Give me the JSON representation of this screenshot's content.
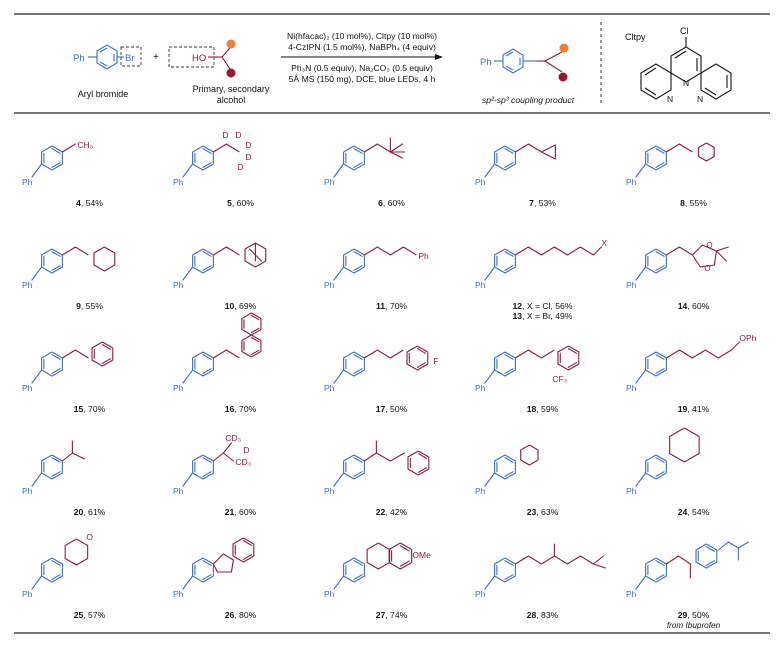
{
  "scheme": {
    "aryl_ph": "Ph",
    "aryl_br": "Br",
    "plus": "+",
    "alcohol_ho": "HO",
    "aryl_label": "Aryl bromide",
    "alcohol_label_1": "Primary, secondary",
    "alcohol_label_2": "alcohol",
    "cond_1": "Ni(hfacac)₂ (10 mol%), Cltpy (10 mol%)",
    "cond_2": "4-CzIPN (1.5 mol%), NaBPh₄ (4 equiv)",
    "cond_3": "Ph₃N (0.5 equiv), Na₂CO₃ (0.5 equiv)",
    "cond_4": "5Å MS (150 mg), DCE, blue LEDs, 4 h",
    "product_ph": "Ph",
    "product_label": "sp²-sp³ coupling product",
    "ligand_title": "Cltpy",
    "ligand_cl": "Cl",
    "ligand_n": "N"
  },
  "colors": {
    "aryl": "#3a6fc4",
    "alkyl": "#8c1c3a",
    "orange": "#f08030",
    "dark_red": "#9a1a2a"
  },
  "compounds": [
    {
      "num": "4",
      "yield": ", 54%",
      "labels": [
        "CH₃"
      ]
    },
    {
      "num": "5",
      "yield": ", 60%",
      "labels": [
        "D",
        "D",
        "D",
        "D",
        "D"
      ]
    },
    {
      "num": "6",
      "yield": ", 60%",
      "labels": []
    },
    {
      "num": "7",
      "yield": ", 53%",
      "labels": []
    },
    {
      "num": "8",
      "yield": ", 55%",
      "labels": []
    },
    {
      "num": "9",
      "yield": ", 55%",
      "labels": []
    },
    {
      "num": "10",
      "yield": ", 69%",
      "labels": []
    },
    {
      "num": "11",
      "yield": ", 70%",
      "labels": [
        "Ph"
      ]
    },
    {
      "num": "12",
      "yield": ", X = Cl, 56%",
      "num2": "13",
      "yield2": ", X = Br, 49%",
      "labels": [
        "X"
      ]
    },
    {
      "num": "14",
      "yield": ", 60%",
      "labels": [
        "O",
        "O"
      ]
    },
    {
      "num": "15",
      "yield": ", 70%",
      "labels": []
    },
    {
      "num": "16",
      "yield": ", 70%",
      "labels": []
    },
    {
      "num": "17",
      "yield": ", 50%",
      "labels": [
        "F"
      ]
    },
    {
      "num": "18",
      "yield": ", 59%",
      "labels": [
        "CF₃"
      ]
    },
    {
      "num": "19",
      "yield": ", 41%",
      "labels": [
        "OPh"
      ]
    },
    {
      "num": "20",
      "yield": ", 61%",
      "labels": []
    },
    {
      "num": "21",
      "yield": ", 60%",
      "labels": [
        "CD₃",
        "D",
        "CD₃"
      ]
    },
    {
      "num": "22",
      "yield": ", 42%",
      "labels": []
    },
    {
      "num": "23",
      "yield": ", 63%",
      "labels": []
    },
    {
      "num": "24",
      "yield": ", 54%",
      "labels": []
    },
    {
      "num": "25",
      "yield": ", 57%",
      "labels": [
        "O"
      ]
    },
    {
      "num": "26",
      "yield": ", 80%",
      "labels": []
    },
    {
      "num": "27",
      "yield": ", 74%",
      "labels": [
        "OMe"
      ]
    },
    {
      "num": "28",
      "yield": ", 83%",
      "labels": []
    },
    {
      "num": "29",
      "yield": ", 50%",
      "note": "from Ibuprofen",
      "labels": []
    }
  ],
  "ph_label": "Ph"
}
